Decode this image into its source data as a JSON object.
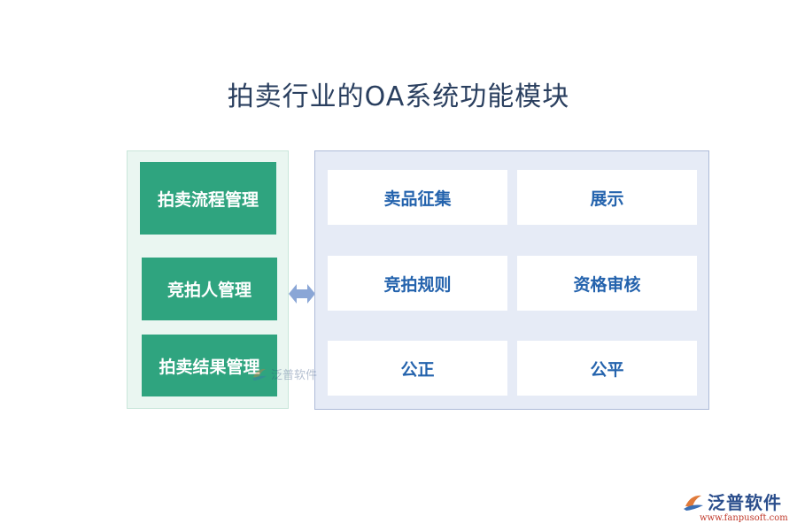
{
  "title": "拍卖行业的OA系统功能模块",
  "left_modules": [
    {
      "label": "拍卖流程管理"
    },
    {
      "label": "竞拍人管理"
    },
    {
      "label": "拍卖结果管理"
    }
  ],
  "right_modules": [
    {
      "label": "卖品征集"
    },
    {
      "label": "展示"
    },
    {
      "label": "竞拍规则"
    },
    {
      "label": "资格审核"
    },
    {
      "label": "公正"
    },
    {
      "label": "公平"
    }
  ],
  "watermark": {
    "text": "泛普软件"
  },
  "logo": {
    "name": "泛普软件",
    "url": "www.fanpusoft.com"
  },
  "colors": {
    "left_item": "#2fa47f",
    "left_panel": "#eaf6f1",
    "right_panel": "#e6ebf6",
    "right_text": "#2463ad",
    "arrow": "#8aa6d6",
    "title": "#2a3f5f"
  }
}
